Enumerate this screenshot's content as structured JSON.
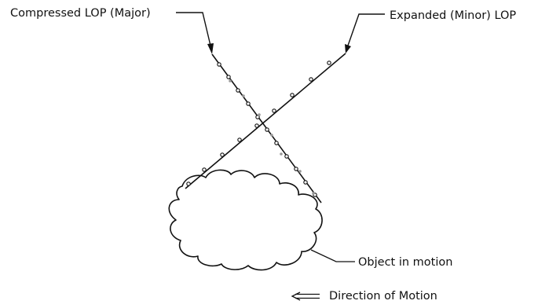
{
  "labels": {
    "compressed_lop": "Compressed LOP (Major)",
    "expanded_lop": "Expanded (Minor) LOP",
    "object": "Object in motion",
    "direction": "Direction of Motion"
  },
  "colors": {
    "ink": "#111111",
    "trace_dots": "#999999"
  }
}
